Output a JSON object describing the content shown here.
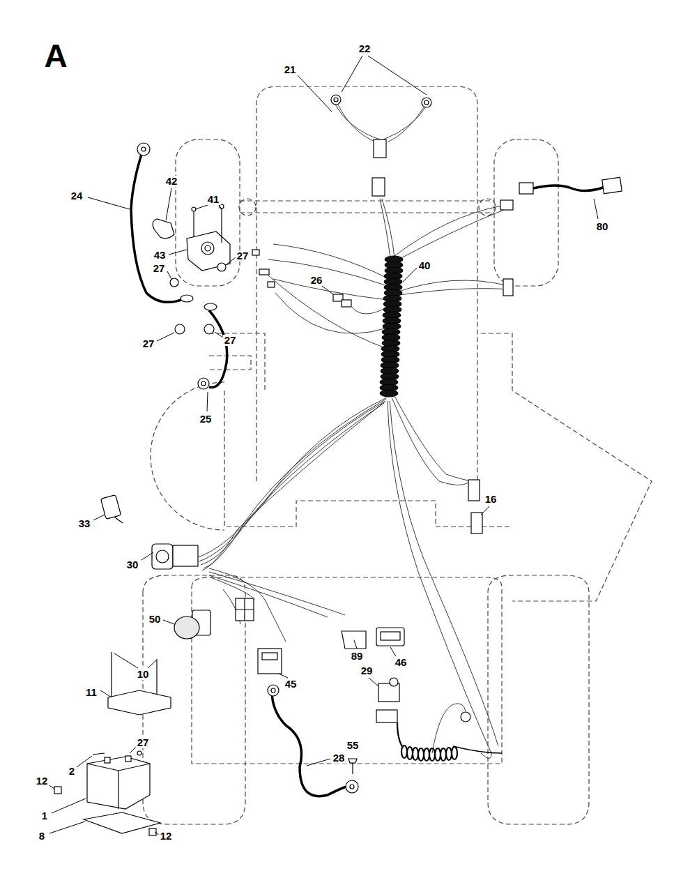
{
  "diagram": {
    "title": "A",
    "labels": [
      "22",
      "21",
      "24",
      "42",
      "41",
      "43",
      "27",
      "27",
      "80",
      "40",
      "26",
      "27",
      "27",
      "25",
      "16",
      "33",
      "30",
      "50",
      "10",
      "11",
      "89",
      "46",
      "45",
      "29",
      "27",
      "2",
      "55",
      "28",
      "12",
      "1",
      "8",
      "12"
    ]
  }
}
